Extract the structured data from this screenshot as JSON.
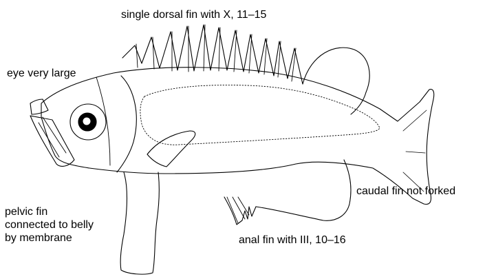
{
  "labels": {
    "dorsal": "single dorsal fin with X, 11–15",
    "eye": "eye very large",
    "caudal": "caudal fin not forked",
    "pelvic_line1": "pelvic fin",
    "pelvic_line2": "connected to belly",
    "pelvic_line3": "by membrane",
    "anal": "anal fin with III, 10–16"
  },
  "colors": {
    "outline": "#000000",
    "background": "#ffffff"
  }
}
